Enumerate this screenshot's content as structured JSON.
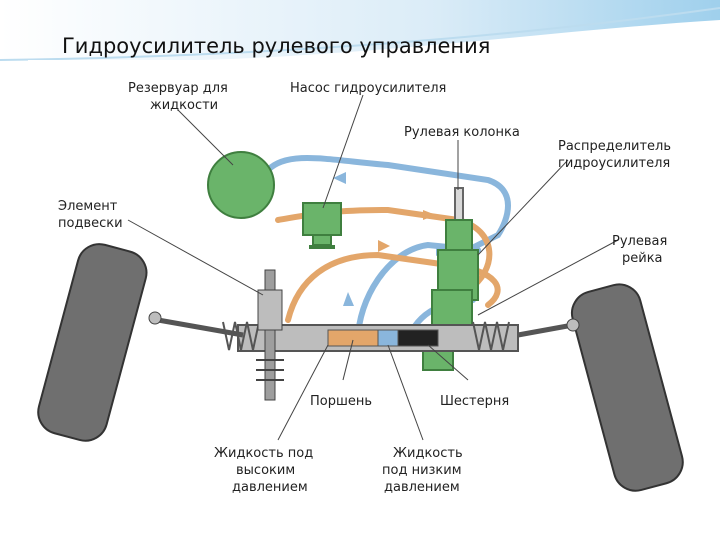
{
  "slide": {
    "title": "Гидроусилитель рулевого управления"
  },
  "labels": {
    "reservoir": [
      "Резервуар для",
      "жидкости"
    ],
    "pump": "Насос гидроусилителя",
    "steering_column": "Рулевая колонка",
    "distributor": [
      "Распределитель",
      "гидроусилителя"
    ],
    "suspension": [
      "Элемент",
      "подвески"
    ],
    "rack": [
      "Рулевая",
      "рейка"
    ],
    "piston": "Поршень",
    "pinion": "Шестерня",
    "high_pressure": [
      "Жидкость под",
      "высоким",
      "давлением"
    ],
    "low_pressure": [
      "Жидкость",
      "под низким",
      "давлением"
    ]
  },
  "colors": {
    "high_pressure_line": "#e3a66a",
    "low_pressure_line": "#8ab6dc",
    "component_green": "#6ab46a",
    "tire": "#6f6f6f",
    "metal": "#bdbdbd"
  }
}
